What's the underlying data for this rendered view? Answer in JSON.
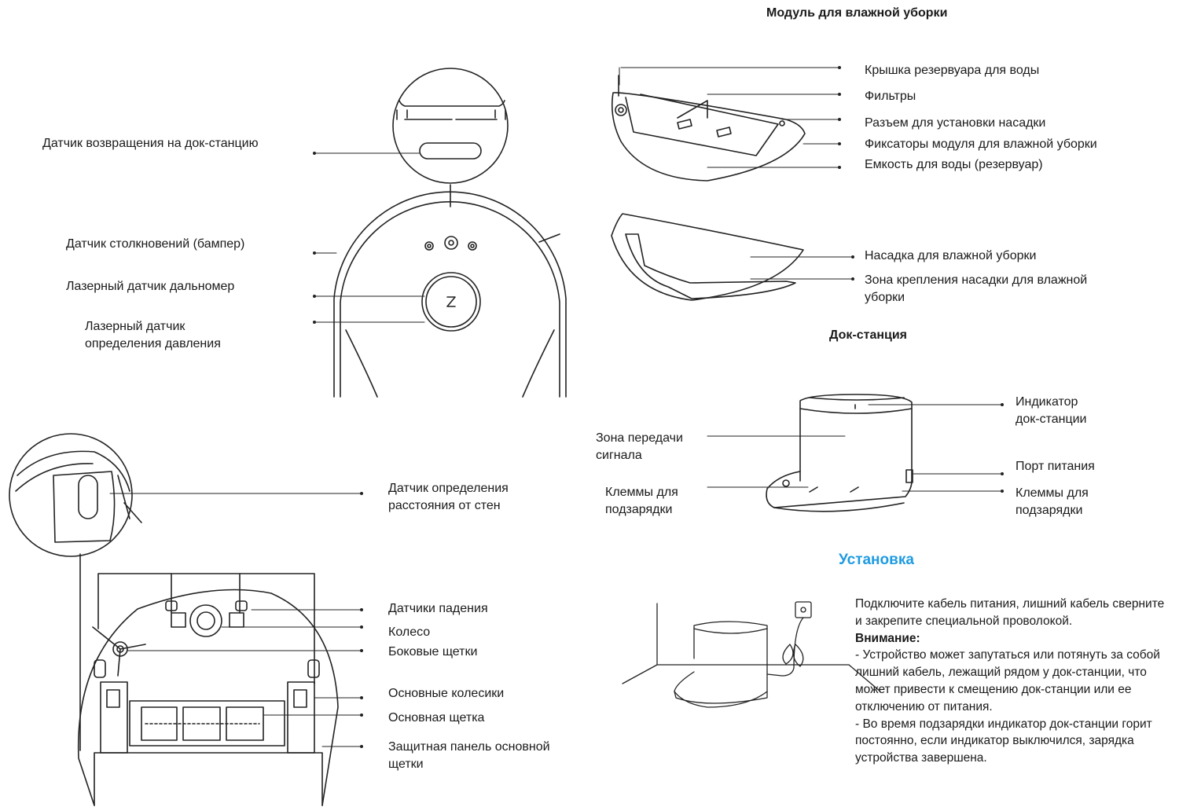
{
  "titles": {
    "mop_module": "Модуль для влажной уборки",
    "dock": "Док-станция",
    "install": "Установка"
  },
  "robot_top": {
    "dock_return_sensor": "Датчик возвращения на док-станцию",
    "bumper": "Датчик столкновений (бампер)",
    "lidar": "Лазерный датчик дальномер",
    "pressure": "Лазерный датчик\nопределения давления"
  },
  "robot_bottom": {
    "wall_sensor": "Датчик определения\nрасстояния от стен",
    "cliff_sensors": "Датчики падения",
    "wheel": "Колесо",
    "side_brushes": "Боковые щетки",
    "main_wheels": "Основные колесики",
    "main_brush": "Основная щетка",
    "brush_cover": "Защитная панель основной\nщетки"
  },
  "mop_module": {
    "tank_lid": "Крышка резервуара для воды",
    "filters": "Фильтры",
    "mop_connector": "Разъем для установки насадки",
    "module_latches": "Фиксаторы модуля для влажной уборки",
    "water_tank": "Емкость для воды (резервуар)",
    "mop_pad": "Насадка для влажной уборки",
    "mop_mount": "Зона крепления насадки для влажной\nуборки"
  },
  "dock": {
    "signal_zone": "Зона передачи\nсигнала",
    "contacts_left": "Клеммы для\nподзарядки",
    "indicator": "Индикатор\nдок-станции",
    "power_port": "Порт питания",
    "contacts_right": "Клеммы для\nподзарядки"
  },
  "install": {
    "para1": "Подключите кабель питания, лишний кабель сверните и закрепите специальной проволокой.",
    "attention": "Внимание:",
    "note1": "- Устройство может запутаться или потянуть за собой лишний кабель, лежащий рядом у док-станции, что может привести к смещению док-станции или ее отключению от питания.",
    "note2": "- Во время подзарядки индикатор док-станции горит постоянно, если индикатор выключился, зарядка устройства завершена."
  }
}
